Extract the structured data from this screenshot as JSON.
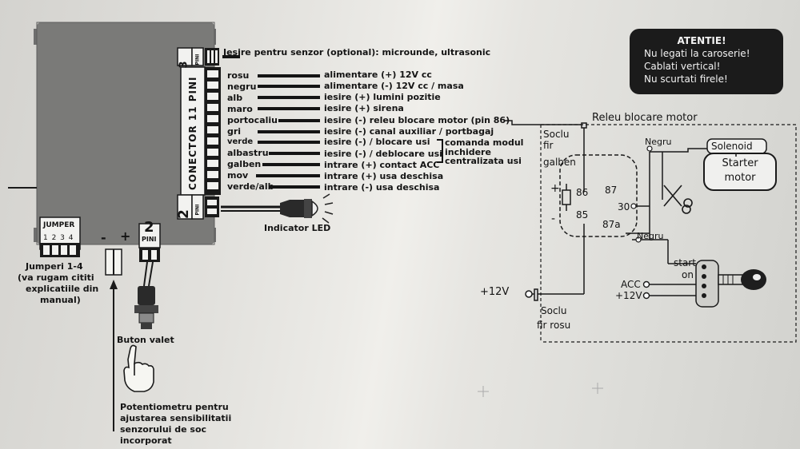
{
  "connector3": {
    "number": "3",
    "pins": "PINI",
    "label": "Iesire pentru senzor (optional): microunde, ultrasonic"
  },
  "connector11": {
    "title": "CONECTOR 11 PINI"
  },
  "wires": [
    {
      "color": "rosu",
      "desc": "alimentare (+) 12V cc"
    },
    {
      "color": "negru",
      "desc": "alimentare (-) 12V cc / masa"
    },
    {
      "color": "alb",
      "desc": "iesire (+) lumini pozitie"
    },
    {
      "color": "maro",
      "desc": "iesire (+) sirena"
    },
    {
      "color": "portocaliu",
      "desc": "iesire (-) releu blocare motor (pin 86)"
    },
    {
      "color": "gri",
      "desc": "iesire (-) canal auxiliar / portbagaj"
    },
    {
      "color": "verde",
      "desc": "iesire (-) / blocare usi"
    },
    {
      "color": "albastru",
      "desc": "iesire (-) / deblocare usi"
    },
    {
      "color": "galben",
      "desc": "intrare (+) contact ACC"
    },
    {
      "color": "mov",
      "desc": "intrare (+) usa deschisa"
    },
    {
      "color": "verde/alb",
      "desc": "intrare (-) usa deschisa"
    }
  ],
  "central_locking": "comanda modul inchidere centralizata usi",
  "connector2_led": {
    "number": "2",
    "pins": "PINI",
    "label": "Indicator LED"
  },
  "jumper": {
    "title": "JUMPER",
    "numbers": "1 2 3 4",
    "caption": [
      "Jumperi 1-4",
      "(va rugam cititi",
      "explicatiile din",
      "manual)"
    ]
  },
  "power_signs": {
    "minus": "-",
    "plus": "+"
  },
  "connector2_valet": {
    "number": "2",
    "pins": "PINI",
    "button_label": "Buton valet"
  },
  "pot_note": [
    "Potentiometru pentru",
    "ajustarea sensibilitatii",
    "senzorului de soc",
    "incorporat"
  ],
  "warning": {
    "title": "ATENTIE!",
    "lines": [
      "Nu legati la caroserie!",
      "Cablati vertical!",
      "Nu scurtati firele!"
    ]
  },
  "relay": {
    "title": "Releu blocare motor",
    "pins": {
      "p86": "86",
      "p85": "85",
      "p87": "87",
      "p87a": "87a",
      "p30": "30"
    },
    "plus": "+",
    "minus": "-",
    "socket_yellow": [
      "Soclu",
      "fir",
      "galben"
    ],
    "socket_red": [
      "Soclu",
      "fir rosu"
    ],
    "supply": "+12V",
    "negru_top": "Negru",
    "negru_bottom": "Negru",
    "solenoid": "Solenoid",
    "starter": [
      "Starter",
      "motor"
    ],
    "start": "start",
    "on": "on",
    "acc": "ACC",
    "v12": "+12V"
  }
}
